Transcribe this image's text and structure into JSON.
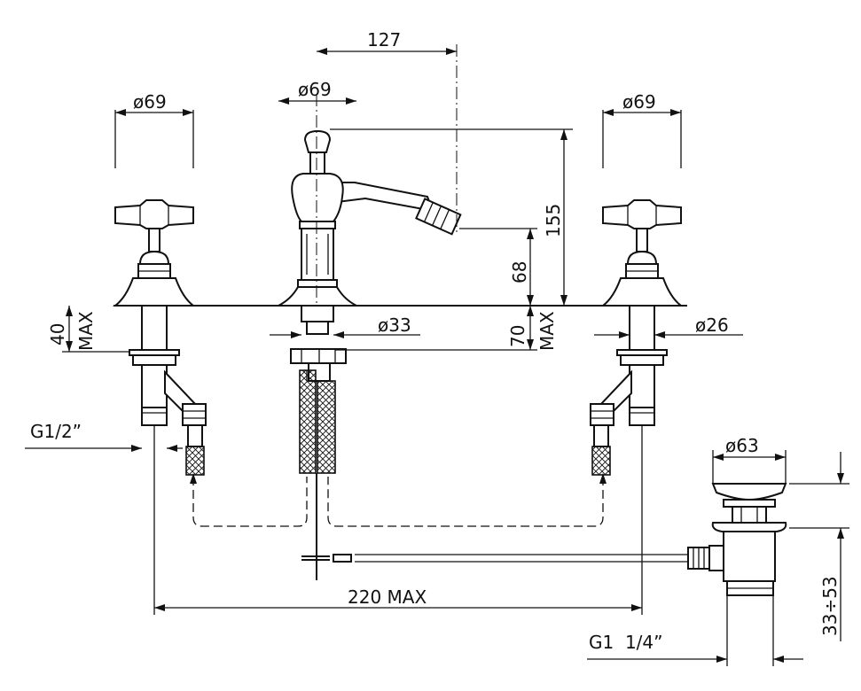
{
  "dimensions": {
    "left_tap_diameter": "ø69",
    "spout_diameter": "ø69",
    "right_tap_diameter": "ø69",
    "spout_offset": "127",
    "spout_height": "155",
    "spout_outlet_height": "68",
    "deck_thickness_left": "40",
    "deck_thickness_left_max": "MAX",
    "deck_thickness_center": "70",
    "deck_thickness_center_max": "MAX",
    "spout_shank_diameter": "ø33",
    "tap_shank_diameter": "ø26",
    "inlet_thread": "G1/2”",
    "waste_diameter": "ø63",
    "waste_height_range": "33÷53",
    "waste_thread": "G1  1/4”",
    "centers_span": "220  MAX"
  },
  "colors": {
    "line": "#111111",
    "background": "#ffffff"
  }
}
